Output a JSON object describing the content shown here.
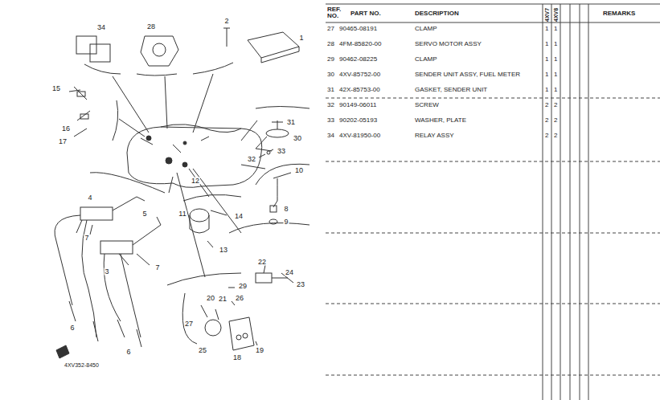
{
  "diagram": {
    "labels": [
      "1",
      "2",
      "28",
      "34",
      "15",
      "16",
      "17",
      "31",
      "30",
      "33",
      "32",
      "10",
      "8",
      "9",
      "12",
      "11",
      "14",
      "13",
      "4",
      "5",
      "7",
      "3",
      "7",
      "6",
      "6",
      "22",
      "24",
      "23",
      "29",
      "20",
      "21",
      "26",
      "27",
      "25",
      "18",
      "19",
      "4XV352-8450",
      "REF. NO.",
      "PART NO.",
      "DESCRIPTION",
      "4XV7",
      "4XV8",
      "REMARKS",
      "27",
      "90465-08191",
      "CLAMP",
      "1",
      "1",
      "28",
      "4FM-85820-00",
      "SERVO MOTOR ASSY",
      "1",
      "1",
      "29",
      "90462-08225",
      "CLAMP",
      "1",
      "1",
      "30",
      "4XV-85752-00",
      "SENDER UNIT ASSY, FUEL METER",
      "1",
      "1",
      "31",
      "42X-85753-00",
      "GASKET, SENDER UNIT",
      "1",
      "1",
      "32",
      "90149-06011",
      "SCREW",
      "2",
      "2",
      "33",
      "90202-05193",
      "WASHER, PLATE",
      "2",
      "2",
      "34",
      "4XV-81950-00",
      "RELAY ASSY",
      "2",
      "2"
    ]
  }
}
